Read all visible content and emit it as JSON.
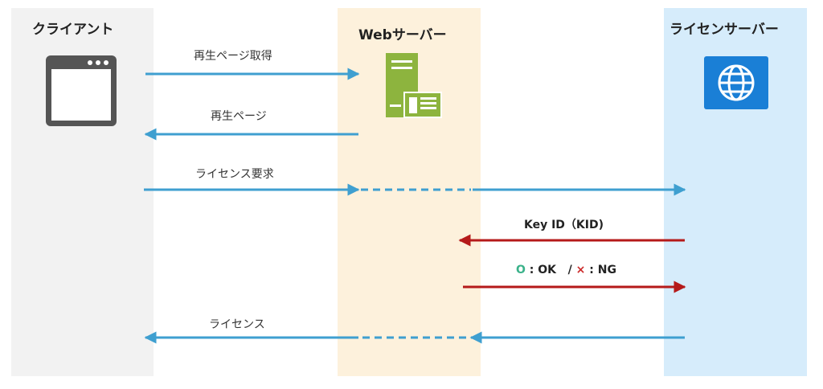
{
  "lanes": {
    "client": "クライアント",
    "web": "Webサーバー",
    "license": "ライセンサーバー"
  },
  "messages": {
    "get_page": "再生ページ取得",
    "page": "再生ページ",
    "license_request": "ライセンス要求",
    "key_id": "Key ID（KID)",
    "result_ok_mark": "O",
    "result_ok": ": OK",
    "result_sep": "/",
    "result_ng_mark": "×",
    "result_ng": ": NG",
    "license": "ライセンス"
  },
  "icons": {
    "client": "browser-window-icon",
    "web": "server-icon",
    "license": "globe-icon"
  },
  "colors": {
    "blue_arrow": "#3f9fd0",
    "red_arrow": "#b51a1a",
    "server_green": "#8db43e",
    "globe_blue": "#1a7fd6",
    "browser_gray": "#555555"
  }
}
